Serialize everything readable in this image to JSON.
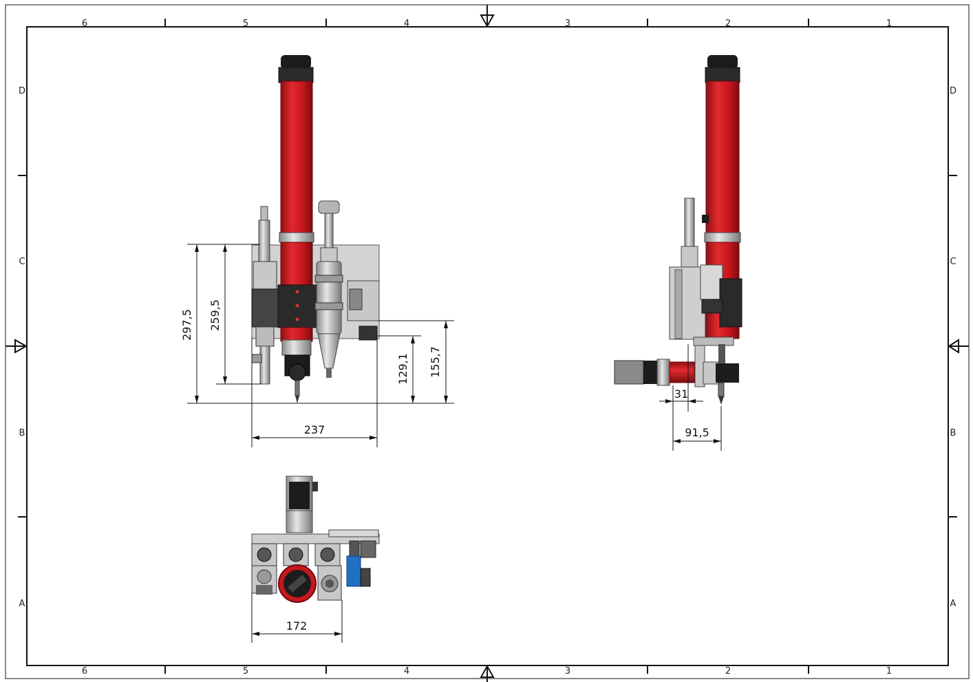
{
  "sheet": {
    "columns": [
      "6",
      "5",
      "4",
      "3",
      "2",
      "1"
    ],
    "rows": [
      "D",
      "C",
      "B",
      "A"
    ]
  },
  "colors": {
    "cylinder_red": "#c8161d",
    "dark_red": "#8e0f14",
    "metal_grey": "#b8b8b8",
    "plate_grey": "#d3d3d3",
    "black": "#1c1c1c",
    "valve_blue": "#1f6fc4"
  },
  "views": {
    "front": {
      "dim_297_5": "297,5",
      "dim_259_5": "259,5",
      "dim_129_1": "129,1",
      "dim_155_7": "155,7",
      "dim_237": "237"
    },
    "side": {
      "dim_31": "31",
      "dim_91_5": "91,5"
    },
    "top": {
      "dim_172": "172"
    }
  }
}
